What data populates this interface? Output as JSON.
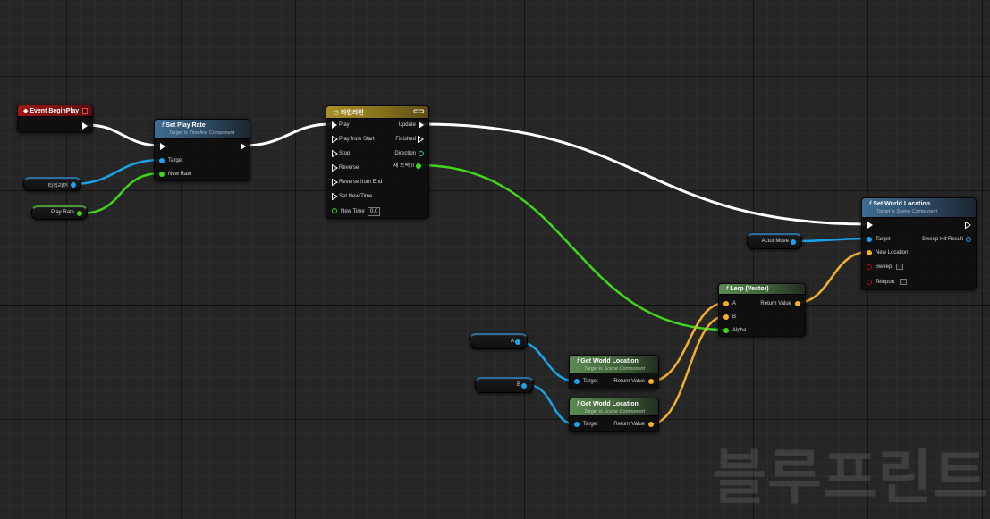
{
  "watermark": "블루프린트",
  "colors": {
    "exec_wire": "#ffffff",
    "object_wire": "#1aa3e8",
    "float_wire": "#3fd61c",
    "vector_wire": "#f2b12d",
    "function_header": "#3e6d92",
    "pure_function_header": "#5c8a52",
    "event_header": "#a01616",
    "timeline_header": "#a88f25"
  },
  "nodes": {
    "event_begin_play": {
      "title": "Event BeginPlay"
    },
    "set_play_rate": {
      "title": "Set Play Rate",
      "subtitle": "Target is Timeline Component",
      "pins": {
        "target": "Target",
        "new_rate": "New Rate"
      }
    },
    "timeline": {
      "title": "타임라인",
      "inputs": [
        "Play",
        "Play from Start",
        "Stop",
        "Reverse",
        "Reverse from End",
        "Set New Time",
        "New Time"
      ],
      "outputs": [
        "Update",
        "Finished",
        "Direction",
        "새 트랙 0"
      ],
      "new_time_value": "0.0"
    },
    "set_world_location": {
      "title": "Set World Location",
      "subtitle": "Target is Scene Component",
      "pins": {
        "target": "Target",
        "new_location": "New Location",
        "sweep": "Sweep",
        "teleport": "Teleport",
        "sweep_hit_result": "Sweep Hit Result"
      }
    },
    "lerp_vector": {
      "title": "Lerp (Vector)",
      "pins": {
        "a": "A",
        "b": "B",
        "alpha": "Alpha",
        "return_value": "Return Value"
      }
    },
    "get_world_location_1": {
      "title": "Get World Location",
      "subtitle": "Target is Scene Component",
      "pins": {
        "target": "Target",
        "return_value": "Return Value"
      }
    },
    "get_world_location_2": {
      "title": "Get World Location",
      "subtitle": "Target is Scene Component",
      "pins": {
        "target": "Target",
        "return_value": "Return Value"
      }
    }
  },
  "variables": {
    "timeline_var": "타임라인",
    "play_rate_var": "Play Rate",
    "actor_move_var": "Actor Move",
    "a_var": "A",
    "b_var": "B"
  }
}
